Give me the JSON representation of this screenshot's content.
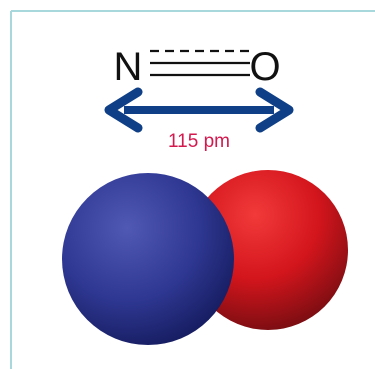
{
  "molecule": {
    "atom_left": "N",
    "atom_right": "O",
    "bond_length_label": "115 pm"
  },
  "colors": {
    "frame_border": "#a9d8dc",
    "arrow": "#0f3f86",
    "label": "#d4194e",
    "nitrogen": "#2e3795",
    "oxygen": "#d8141c"
  }
}
